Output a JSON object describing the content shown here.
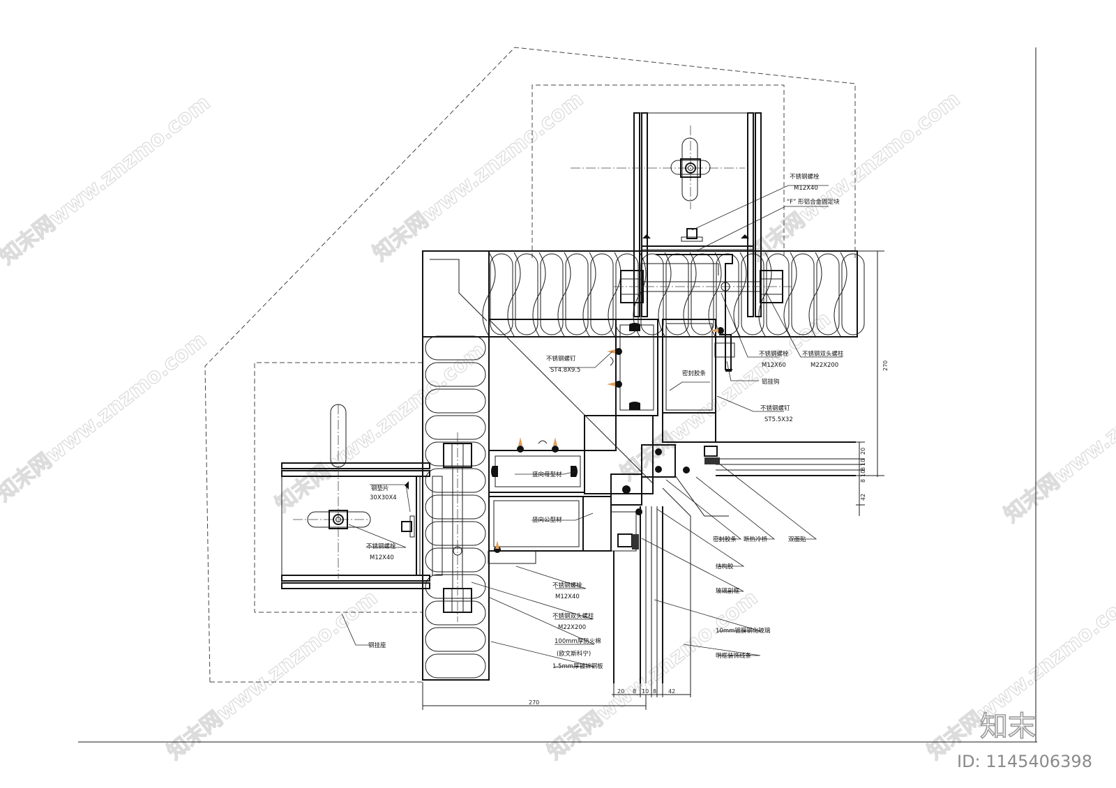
{
  "labels": {
    "bolt_m12x40_top": "不锈钢螺栓",
    "bolt_m12x40_top_spec": "M12X40",
    "f_block": "“F” 形铝合金固定块",
    "bolt_m12x60": "不锈钢螺栓",
    "bolt_m12x60_spec": "M12X60",
    "stud_m22_right": "不锈钢双头螺柱",
    "stud_m22_right_spec": "M22X200",
    "al_hook": "铝挂钩",
    "screw_st55": "不锈钢螺钉",
    "screw_st55_spec": "ST5.5X32",
    "sealant_strip_top": "密封胶条",
    "screw_st48": "不锈钢螺钉",
    "screw_st48_spec": "ST4.8X9.5",
    "vert_female": "竖向母型材",
    "vert_male": "竖向公型材",
    "steel_shim": "钢垫片",
    "steel_shim_spec": "30X30X4",
    "bolt_m12x40_left": "不锈钢螺栓",
    "bolt_m12x40_left_spec": "M12X40",
    "bolt_m12x40_bottom": "不锈钢螺栓",
    "bolt_m12x40_bottom_spec": "M12X40",
    "stud_m22_bottom": "不锈钢双头螺柱",
    "stud_m22_bottom_spec": "M22X200",
    "fire_wool": "100mm厚防火棉",
    "fire_wool_brand": "(欧文斯科宁)",
    "zinc_plate": "1.5mm厚镀锌钢板",
    "steel_seat": "钢挂座",
    "sealant_strip_bottom": "密封胶条",
    "thermal_break": "断热冷桥",
    "double_tape": "双面贴",
    "structural_glue": "结构胶",
    "glass_subframe": "玻璃副框",
    "coated_glass": "10mm镀膜钢化玻璃",
    "trim_strip": "明框装饰线条"
  },
  "dimensions": {
    "right_total": "270",
    "bottom_total": "270",
    "right_20": "20",
    "right_10": "10",
    "right_8a": "8",
    "right_10b": "10",
    "right_8b": "8",
    "right_42": "42",
    "bottom_20": "20",
    "bottom_8": "8",
    "bottom_10": "10",
    "bottom_8b": "8",
    "bottom_42": "42"
  },
  "watermark": {
    "text": "知末网www.znzmo.com",
    "brand": "知末",
    "id": "ID: 1145406398"
  }
}
